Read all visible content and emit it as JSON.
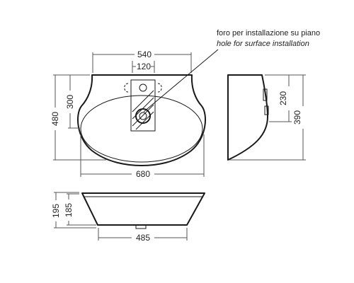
{
  "annotation": {
    "line_it": "foro per installazione su piano",
    "line_en": "hole for surface installation"
  },
  "dimensions": {
    "top_width": "540",
    "hole_spacing": "120",
    "depth_to_hole": "300",
    "total_depth": "480",
    "total_width": "680",
    "side_upper": "230",
    "side_total": "390",
    "front_total": "195",
    "front_inner": "185",
    "bottom_width": "485"
  }
}
